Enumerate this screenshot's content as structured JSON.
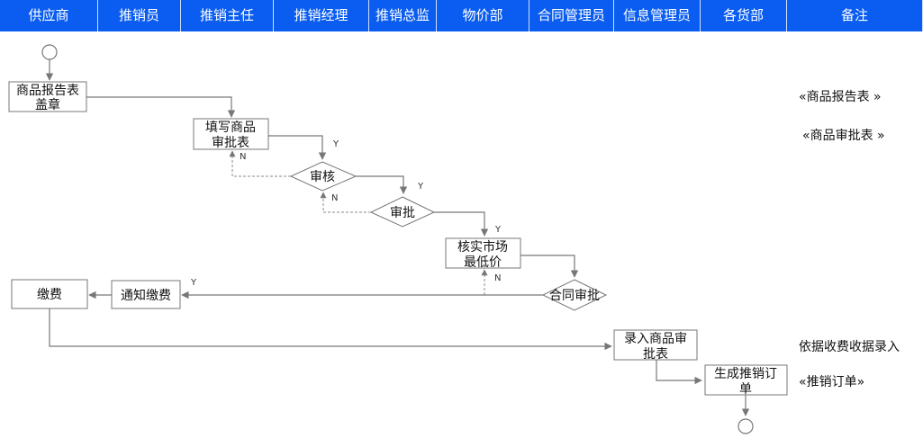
{
  "header": {
    "columns": [
      "供应商",
      "推销员",
      "推销主任",
      "推销经理",
      "推销总监",
      "物价部",
      "合同管理员",
      "信息管理员",
      "各货部",
      "备注"
    ]
  },
  "nodes": {
    "report_line1": "商品报告表",
    "report_line2": "盖章",
    "fill_line1": "填写商品",
    "fill_line2": "审批表",
    "review": "审核",
    "approve": "审批",
    "verify_line1": "核实市场",
    "verify_line2": "最低价",
    "contract_approve": "合同审批",
    "notify_pay": "通知缴费",
    "pay": "缴费",
    "entry_line1": "录入商品审",
    "entry_line2": "批表",
    "generate_line1": "生成推销订",
    "generate_line2": "单"
  },
  "labels": {
    "yes": "Y",
    "no": "N"
  },
  "notes": {
    "note1": "«商品报告表 »",
    "note2": "«商品审批表 »",
    "note3": "依据收费收据录入",
    "note4": "«推销订单»"
  },
  "colors": {
    "header_bg": "#0a5df0",
    "header_text": "#ffffff",
    "line": "#888888"
  }
}
